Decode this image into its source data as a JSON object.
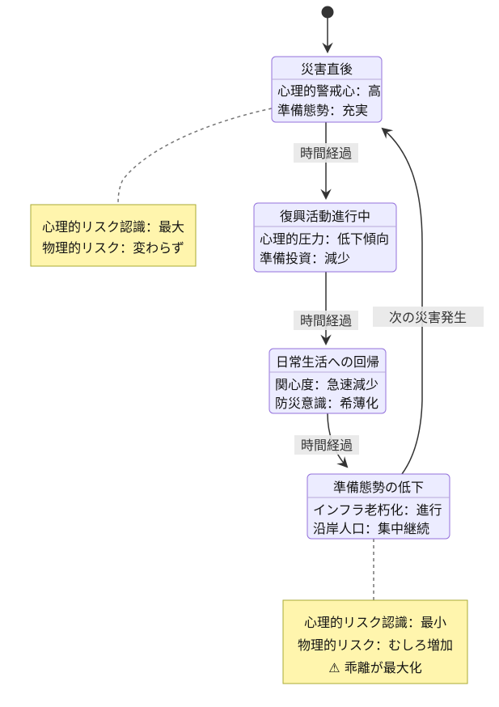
{
  "diagram": {
    "type": "state-diagram",
    "colors": {
      "state_fill": "#ECECFF",
      "state_border": "#9370DB",
      "note_fill": "#FFF5AD",
      "note_border": "#AAAA33",
      "edge_color": "#333333",
      "edge_label_bg": "#E8E8E8"
    },
    "states": [
      {
        "title": "災害直後",
        "lines": [
          "心理的警戒心：高",
          "準備態勢：充実"
        ]
      },
      {
        "title": "復興活動進行中",
        "lines": [
          "心理的圧力：低下傾向",
          "準備投資：減少"
        ]
      },
      {
        "title": "日常生活への回帰",
        "lines": [
          "関心度：急速減少",
          "防災意識：希薄化"
        ]
      },
      {
        "title": "準備態勢の低下",
        "lines": [
          "インフラ老朽化：進行",
          "沿岸人口：集中継続"
        ]
      }
    ],
    "edges": [
      {
        "from": "start",
        "to": "災害直後",
        "label": ""
      },
      {
        "from": "災害直後",
        "to": "復興活動進行中",
        "label": "時間経過"
      },
      {
        "from": "復興活動進行中",
        "to": "日常生活への回帰",
        "label": "時間経過"
      },
      {
        "from": "日常生活への回帰",
        "to": "準備態勢の低下",
        "label": "時間経過"
      },
      {
        "from": "準備態勢の低下",
        "to": "災害直後",
        "label": "次の災害発生"
      }
    ],
    "notes": [
      {
        "attached_to": "災害直後",
        "lines": [
          "心理的リスク認識：最大",
          "物理的リスク：変わらず"
        ]
      },
      {
        "attached_to": "準備態勢の低下",
        "lines": [
          "心理的リスク認識：最小",
          "物理的リスク：むしろ増加",
          "⚠ 乖離が最大化"
        ]
      }
    ]
  }
}
